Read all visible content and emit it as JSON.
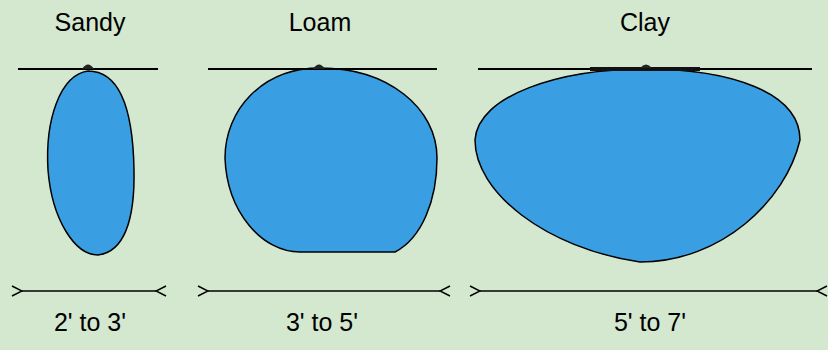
{
  "diagram": {
    "labels": [
      "Sandy",
      "Loam",
      "Clay",
      "2' to 3'",
      "3' to 5'",
      "5' to 7'"
    ]
  }
}
